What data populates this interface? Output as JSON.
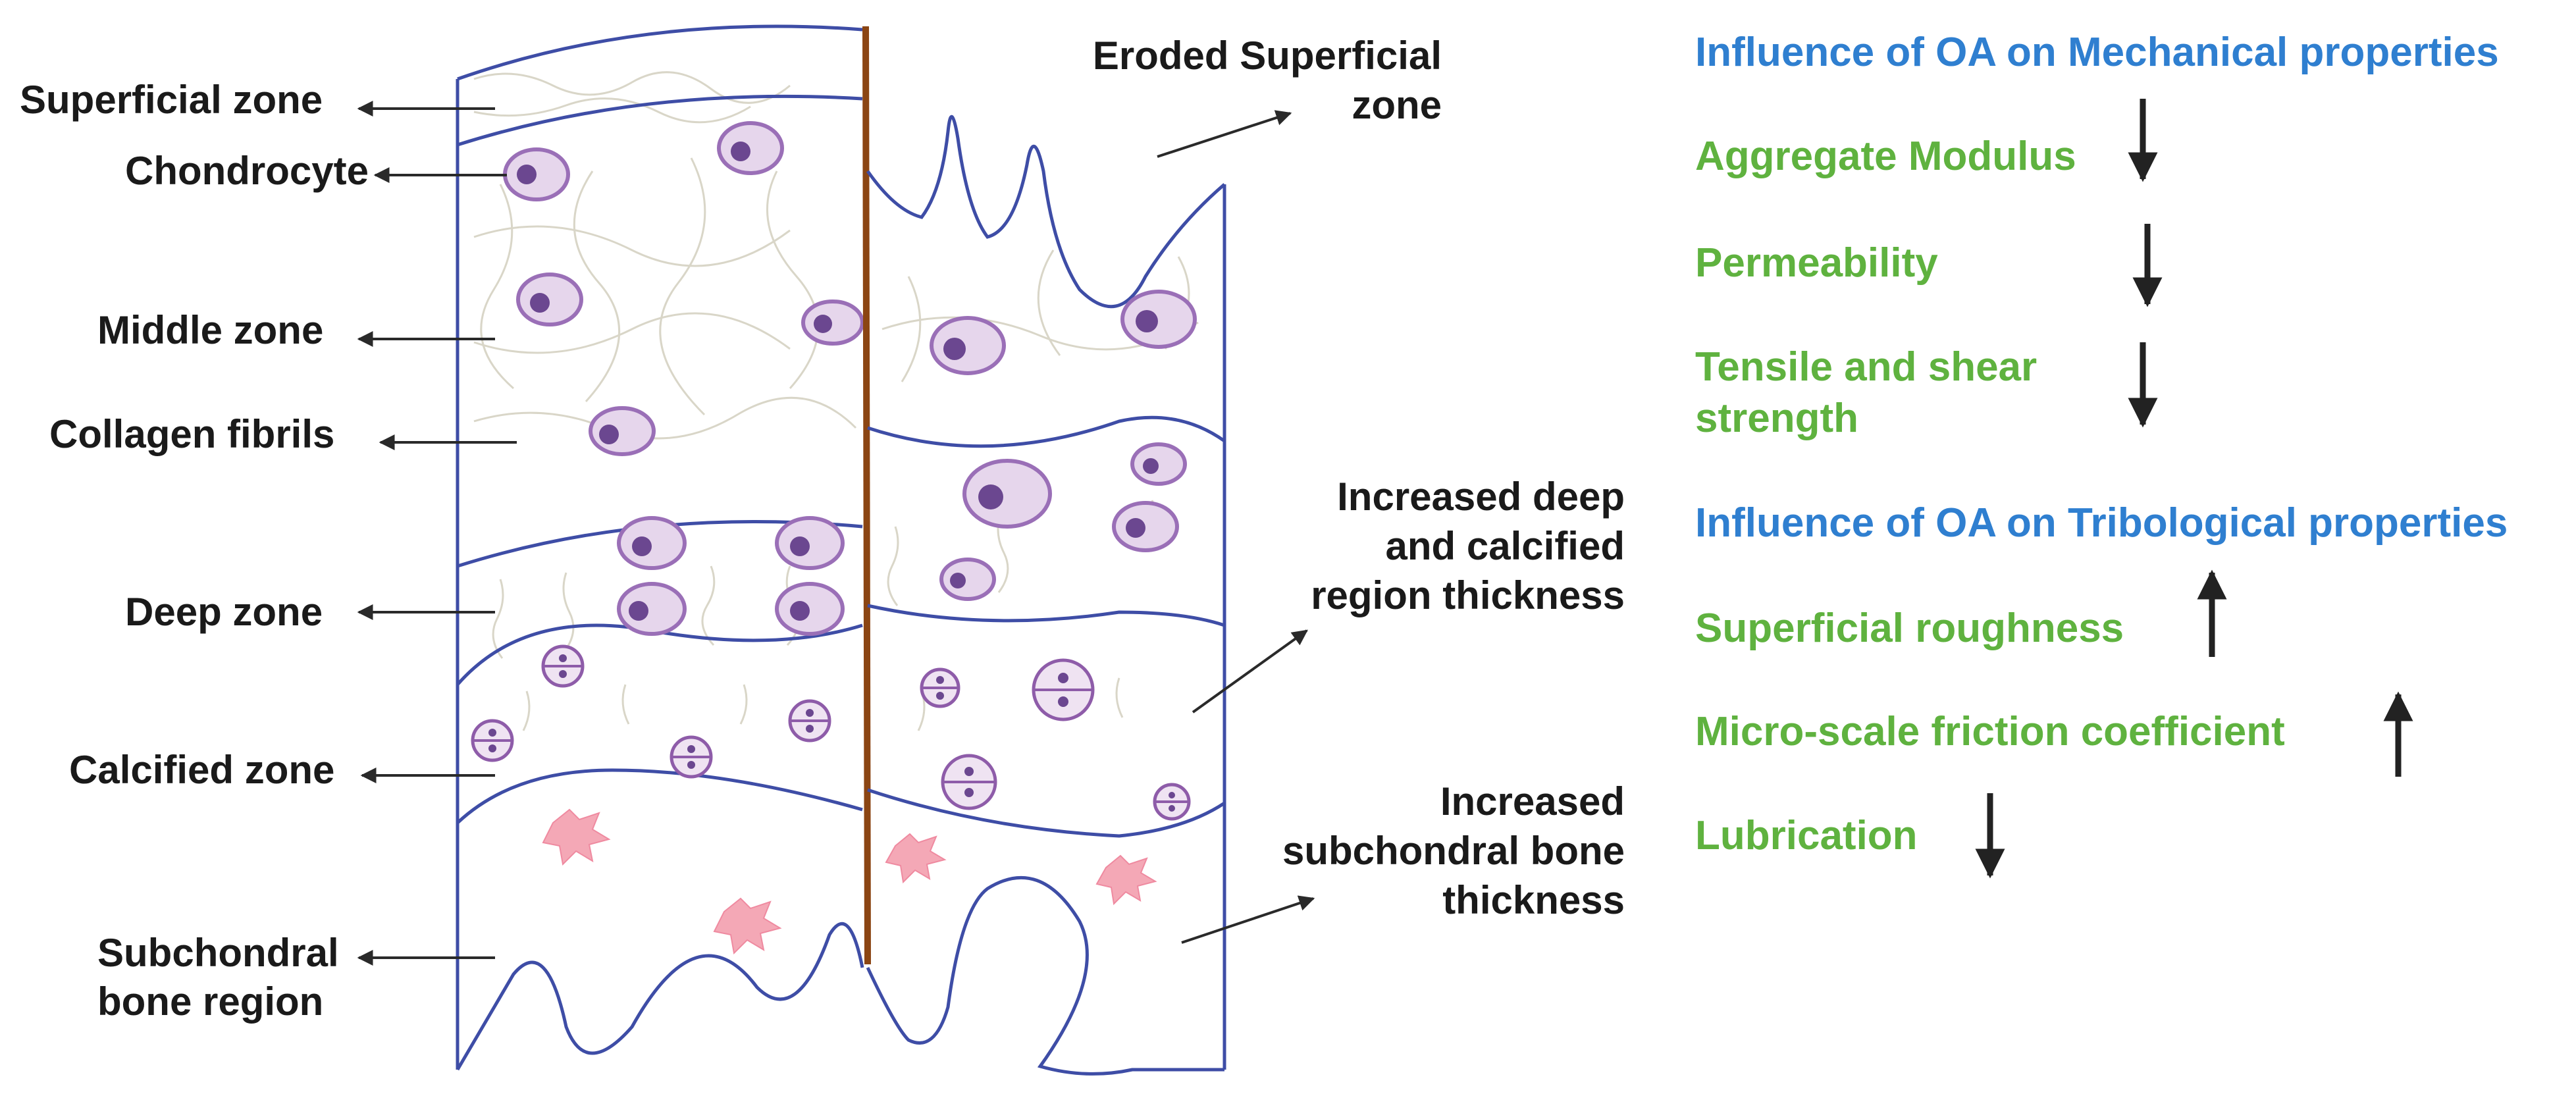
{
  "left_labels": {
    "superficial_zone": "Superficial zone",
    "chondrocyte": "Chondrocyte",
    "middle_zone": "Middle zone",
    "collagen_fibrils": "Collagen fibrils",
    "deep_zone": "Deep zone",
    "calcified_zone": "Calcified zone",
    "subchondral_line1": "Subchondral",
    "subchondral_line2": "bone region"
  },
  "oa_labels": {
    "eroded_line1": "Eroded Superficial",
    "eroded_line2": "zone",
    "deep_line1": "Increased deep",
    "deep_line2": "and calcified",
    "deep_line3": "region thickness",
    "bone_line1": "Increased",
    "bone_line2": "subchondral bone",
    "bone_line3": "thickness"
  },
  "mechanical": {
    "heading": "Influence of OA on Mechanical properties",
    "items": [
      {
        "line1": "Aggregate Modulus",
        "line2": "",
        "trend": "decrease"
      },
      {
        "line1": "Permeability",
        "line2": "",
        "trend": "decrease"
      },
      {
        "line1": "Tensile and shear",
        "line2": "strength",
        "trend": "decrease"
      }
    ]
  },
  "tribological": {
    "heading": "Influence of OA on Tribological properties",
    "items": [
      {
        "line1": "Superficial roughness",
        "trend": "increase"
      },
      {
        "line1": "Micro-scale friction coefficient",
        "trend": "increase"
      },
      {
        "line1": "Lubrication",
        "trend": "decrease"
      }
    ]
  },
  "colors": {
    "heading": "#2f7fd0",
    "item": "#5fb23f",
    "tissue_outline": "#3e4da6",
    "divider": "#8b4513",
    "cell": "#9a6fb7",
    "osteocyte": "#f4a8b6"
  },
  "icons": {
    "trend_decrease": "arrow-down-icon",
    "trend_increase": "arrow-up-icon"
  }
}
